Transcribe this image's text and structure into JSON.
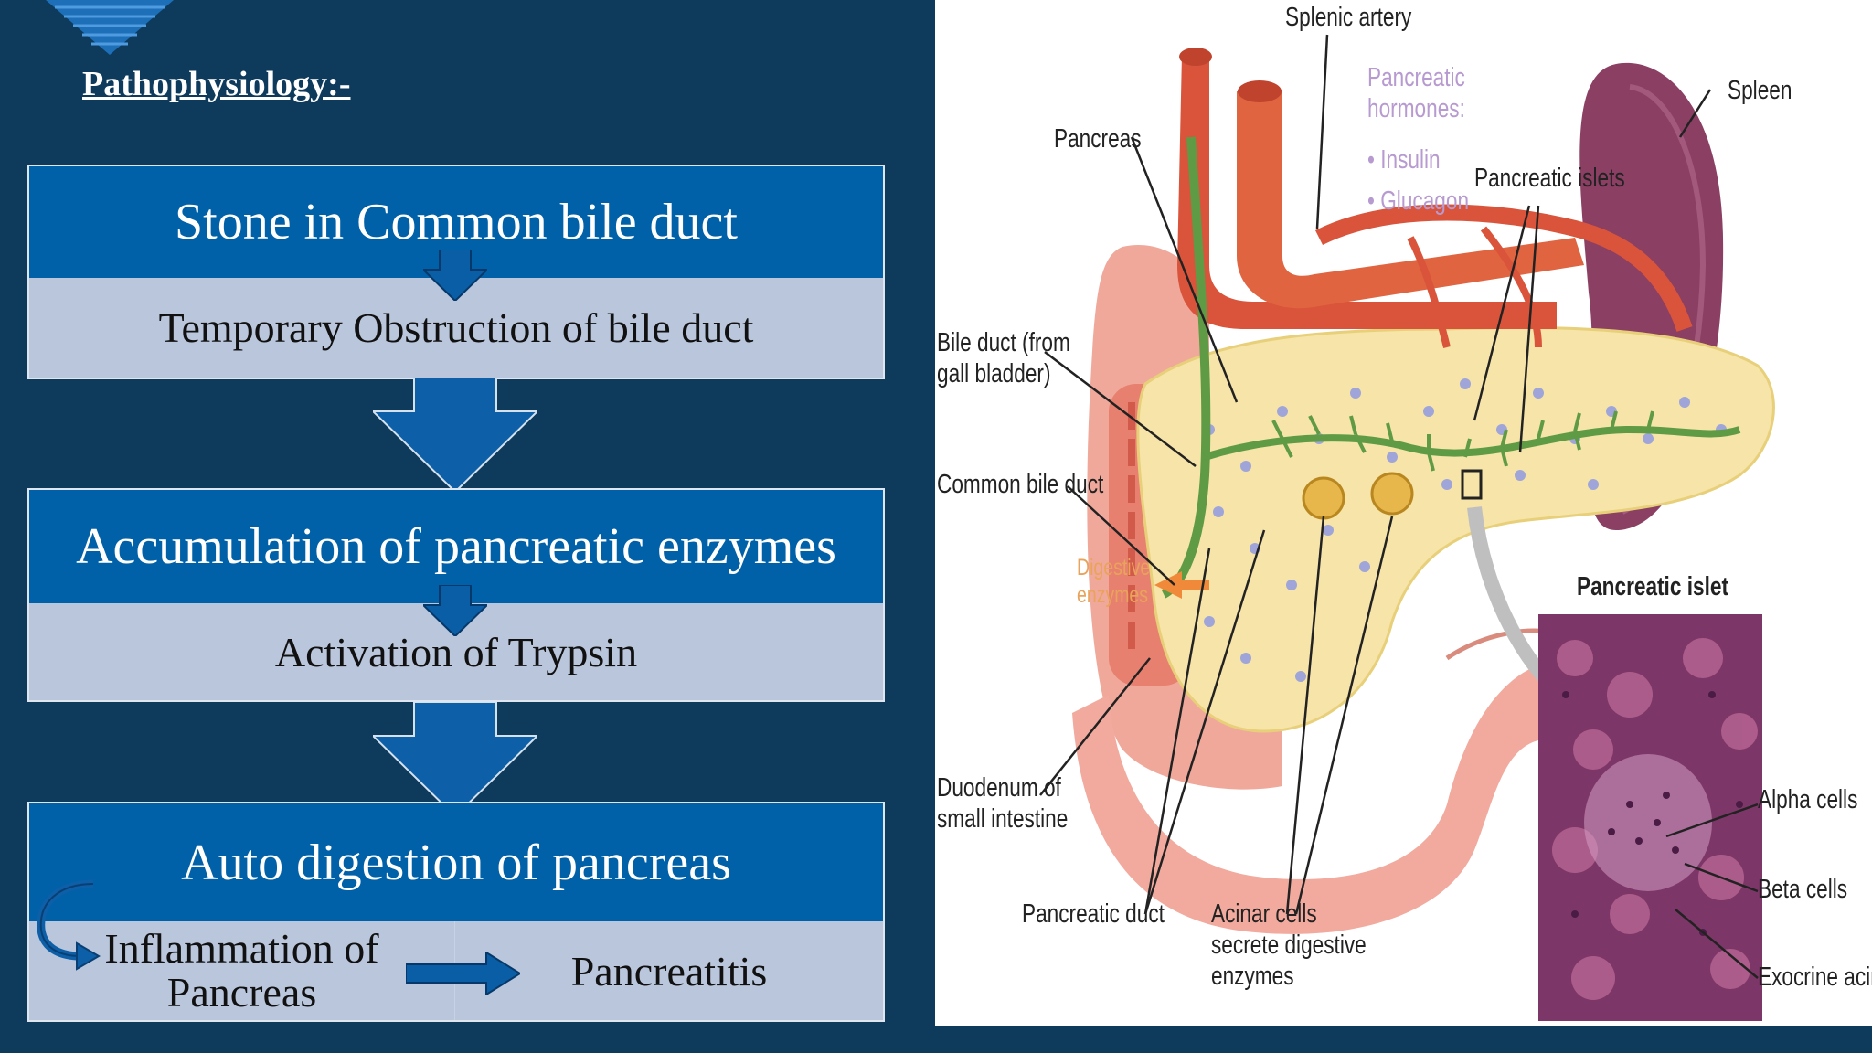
{
  "slide": {
    "title": "Pathophysiology:-"
  },
  "flow": {
    "box1": {
      "heading": "Stone in Common bile duct",
      "sub": "Temporary Obstruction of bile duct"
    },
    "box2": {
      "heading": "Accumulation of pancreatic enzymes",
      "sub": "Activation of Trypsin"
    },
    "box3": {
      "heading": "Auto digestion of pancreas",
      "left": "Inflammation of\nPancreas",
      "right": "Pancreatitis"
    }
  },
  "diagram": {
    "labels": {
      "splenic_artery": "Splenic artery",
      "pancreatic_hormones": "Pancreatic\nhormones:",
      "insulin": "• Insulin",
      "glucagon": "• Glucagon",
      "spleen": "Spleen",
      "pancreas": "Pancreas",
      "pancreatic_islets": "Pancreatic islets",
      "bile_duct": "Bile duct (from\ngall bladder)",
      "common_bile_duct": "Common bile duct",
      "digestive_enzymes": "Digestive\nenzymes",
      "pancreatic_islet": "Pancreatic islet",
      "duodenum": "Duodenum of\nsmall intestine",
      "pancreatic_duct": "Pancreatic duct",
      "acinar_cells": "Acinar cells\nsecrete digestive\nenzymes",
      "alpha_cells": "Alpha cells",
      "beta_cells": "Beta cells",
      "exocrine_acinus": "Exocrine acinus"
    }
  },
  "colors": {
    "background": "#0e3a5c",
    "box_head": "#0060a8",
    "box_body": "#b9c6dc"
  }
}
